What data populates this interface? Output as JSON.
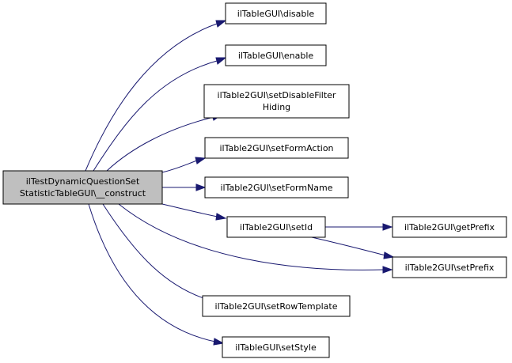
{
  "nodes": {
    "root": {
      "lines": [
        "ilTestDynamicQuestionSet",
        "StatisticTableGUI\\__construct"
      ]
    },
    "disable": {
      "lines": [
        "ilTableGUI\\disable"
      ]
    },
    "enable": {
      "lines": [
        "ilTableGUI\\enable"
      ]
    },
    "setDisableFilterHiding": {
      "lines": [
        "ilTable2GUI\\setDisableFilter",
        "Hiding"
      ]
    },
    "setFormAction": {
      "lines": [
        "ilTable2GUI\\setFormAction"
      ]
    },
    "setFormName": {
      "lines": [
        "ilTable2GUI\\setFormName"
      ]
    },
    "setId": {
      "lines": [
        "ilTable2GUI\\setId"
      ]
    },
    "getPrefix": {
      "lines": [
        "ilTable2GUI\\getPrefix"
      ]
    },
    "setPrefix": {
      "lines": [
        "ilTable2GUI\\setPrefix"
      ]
    },
    "setRowTemplate": {
      "lines": [
        "ilTable2GUI\\setRowTemplate"
      ]
    },
    "setStyle": {
      "lines": [
        "ilTableGUI\\setStyle"
      ]
    }
  },
  "edges": [
    {
      "from": "root",
      "to": "disable"
    },
    {
      "from": "root",
      "to": "enable"
    },
    {
      "from": "root",
      "to": "setDisableFilterHiding"
    },
    {
      "from": "root",
      "to": "setFormAction"
    },
    {
      "from": "root",
      "to": "setFormName"
    },
    {
      "from": "root",
      "to": "setId"
    },
    {
      "from": "root",
      "to": "setPrefix"
    },
    {
      "from": "root",
      "to": "setRowTemplate"
    },
    {
      "from": "root",
      "to": "setStyle"
    },
    {
      "from": "setId",
      "to": "getPrefix"
    },
    {
      "from": "setId",
      "to": "setPrefix"
    }
  ],
  "colors": {
    "edge": "#191970",
    "root_fill": "#bfbfbf",
    "node_fill": "#ffffff",
    "node_stroke": "#000000"
  }
}
